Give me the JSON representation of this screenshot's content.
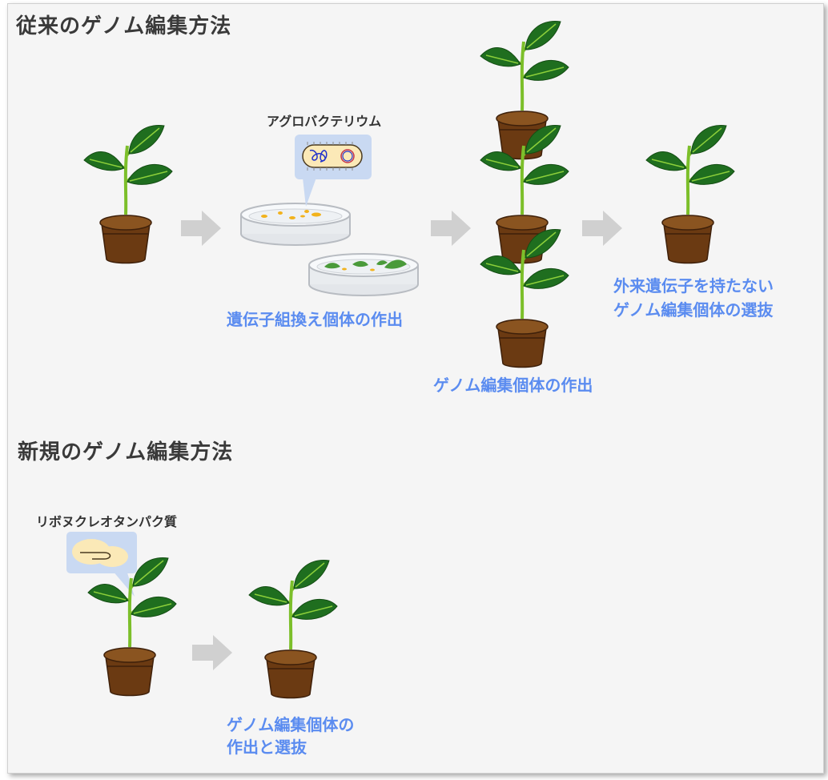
{
  "conventional": {
    "heading": "従来のゲノム編集方法",
    "bacteria_label": "アグロバクテリウム",
    "caption_transgenic": "遺伝子組換え個体の作出",
    "caption_editing": "ゲノム編集個体の作出",
    "caption_select_line1": "外来遺伝子を持たない",
    "caption_select_line2": "ゲノム編集個体の選抜"
  },
  "novel": {
    "heading": "新規のゲノム編集方法",
    "rnp_label": "リボヌクレオタンパク質",
    "caption_line1": "ゲノム編集個体の",
    "caption_line2": "作出と選抜"
  },
  "colors": {
    "caption": "#5b8cf0",
    "leaf": "#1f6e1f",
    "pot": "#6b3a12",
    "arrow": "#d0d0d0",
    "bubble": "#c9d9f2"
  }
}
